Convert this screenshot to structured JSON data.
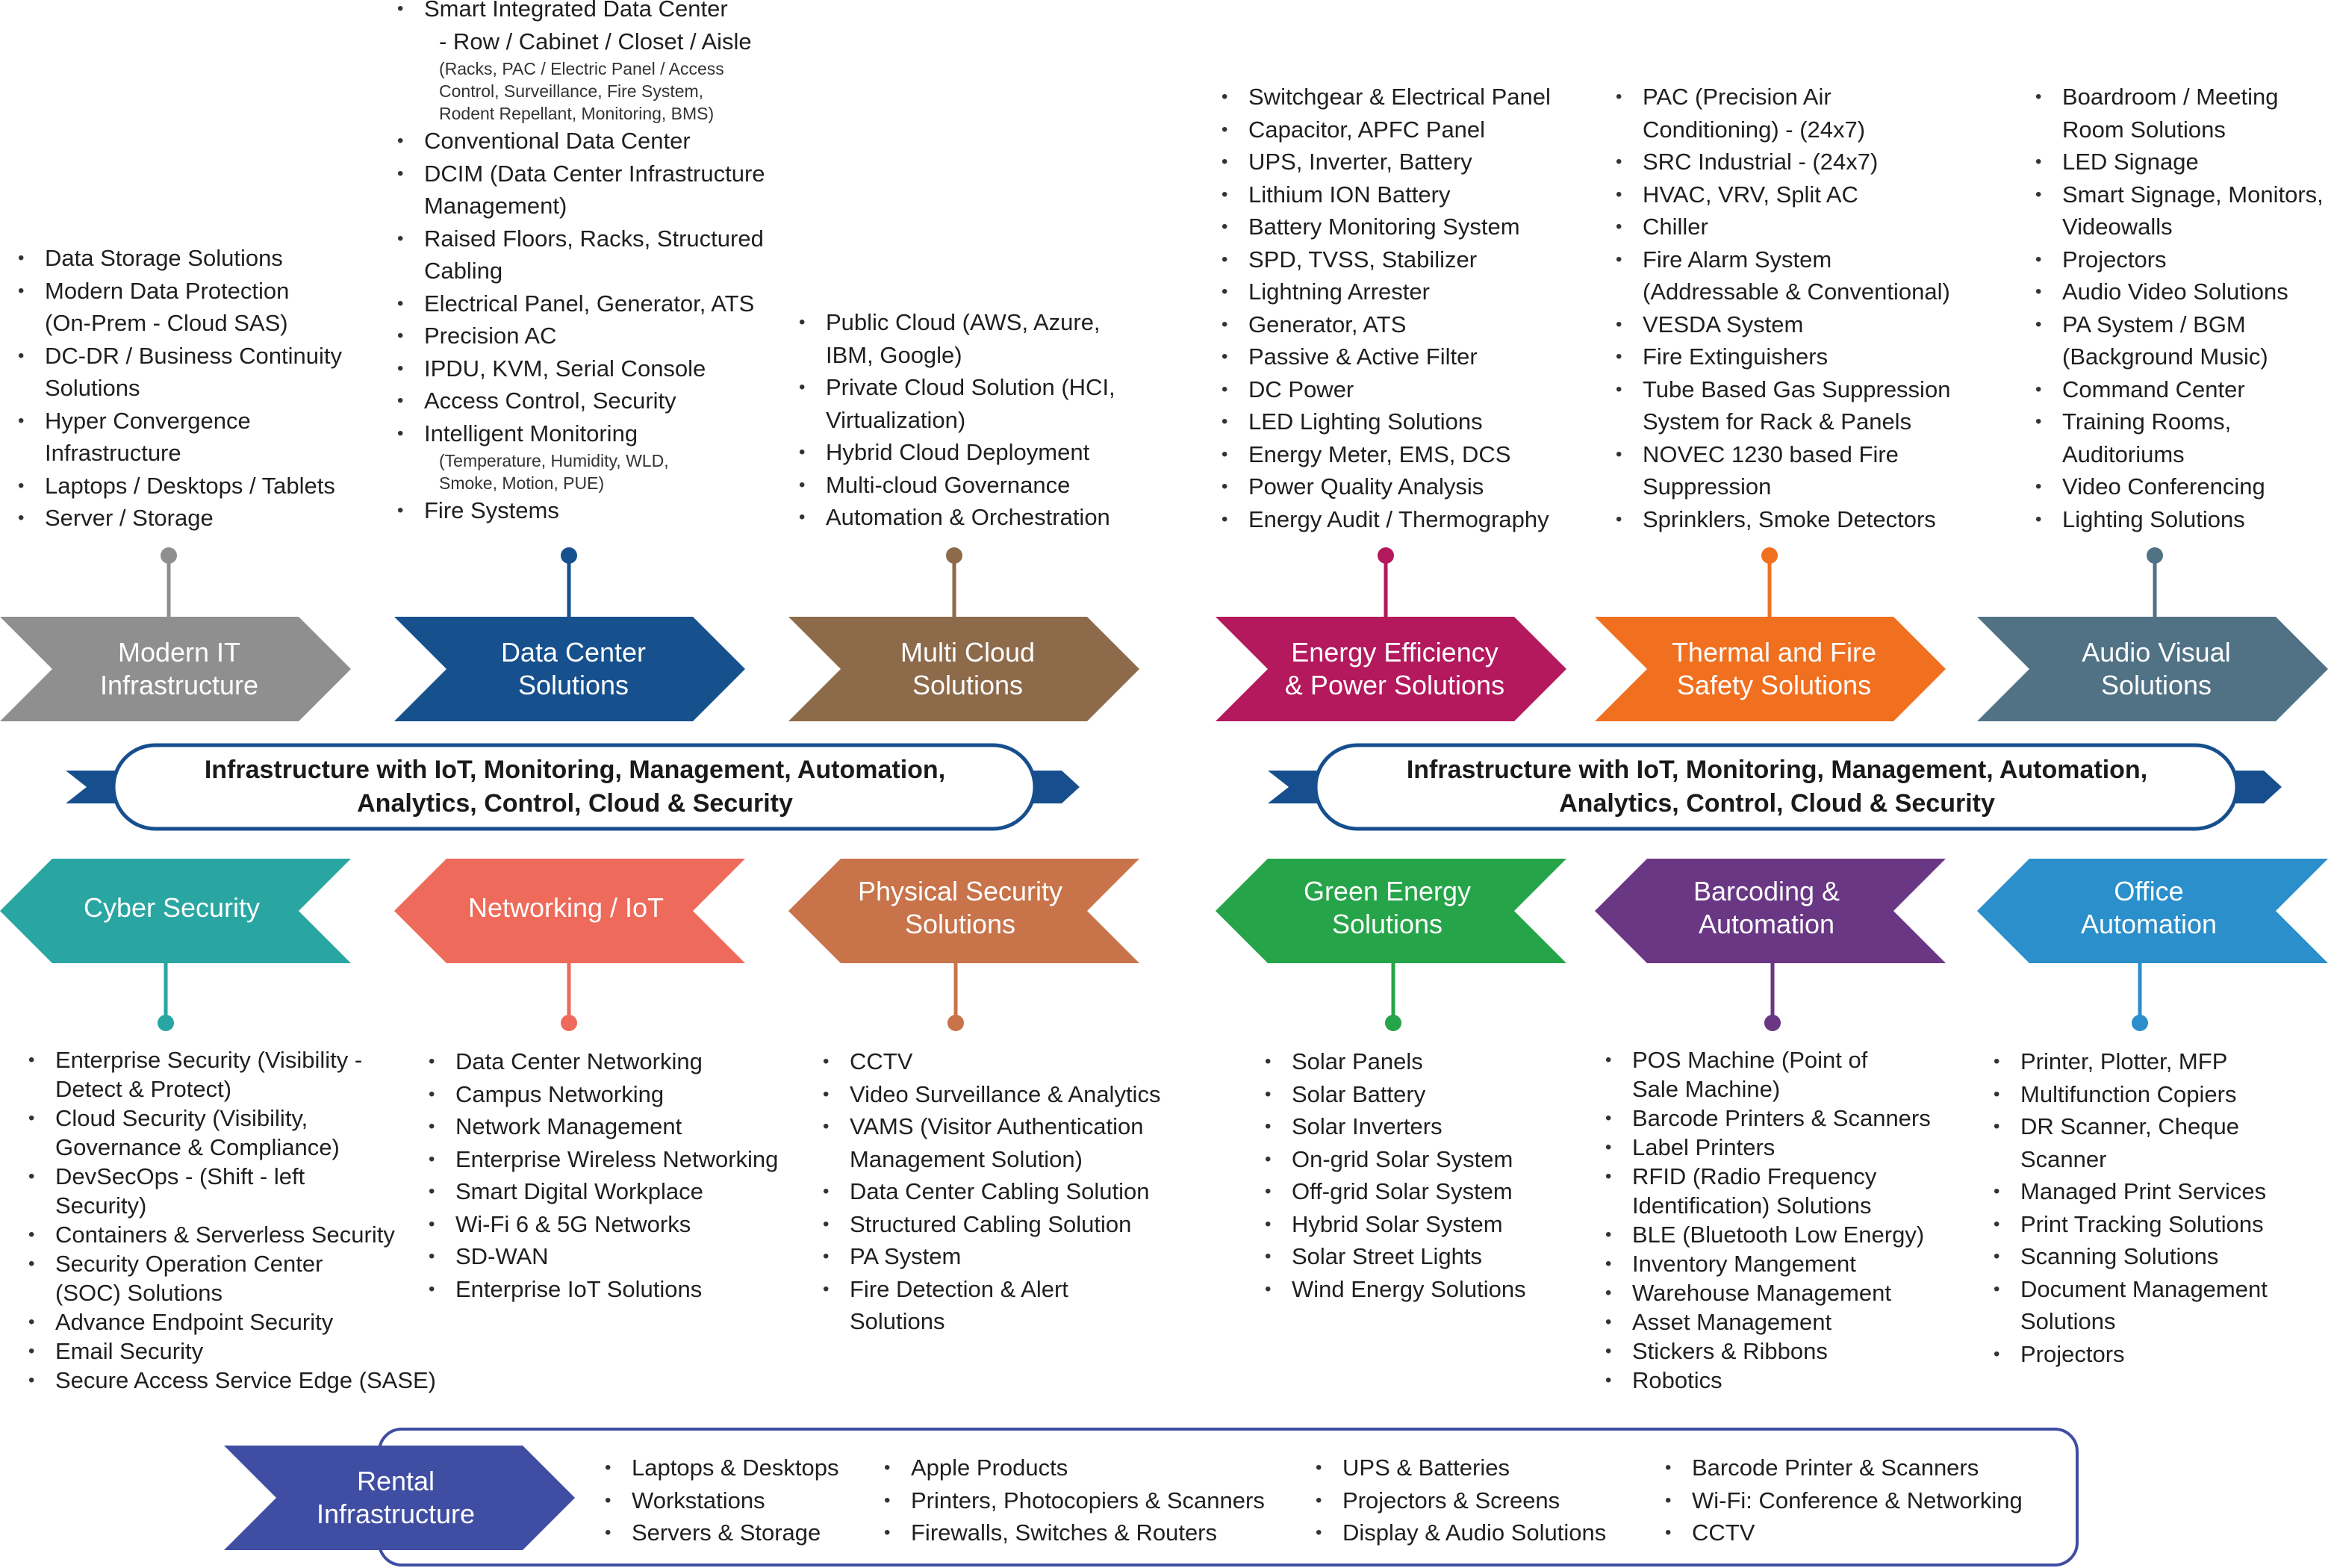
{
  "colors": {
    "modern_it": "#8f8f8f",
    "data_center": "#16508d",
    "multi_cloud": "#8c6a4a",
    "energy": "#b3195c",
    "thermal": "#f07020",
    "audio_visual": "#517285",
    "cyber": "#2aa6a2",
    "networking": "#ee6a5a",
    "physical": "#c8734a",
    "green": "#26a449",
    "barcoding": "#6a3784",
    "office": "#2a8fca",
    "rental": "#3f4ea3",
    "banner_blue": "#174f8e"
  },
  "banners": [
    {
      "line1": "Infrastructure with IoT, Monitoring, Management, Automation,",
      "line2": "Analytics, Control, Cloud & Security"
    },
    {
      "line1": "Infrastructure with IoT, Monitoring, Management, Automation,",
      "line2": "Analytics, Control, Cloud & Security"
    }
  ],
  "top_categories": [
    {
      "title1": "Modern IT",
      "title2": "Infrastructure",
      "items": [
        {
          "t": "Data Storage Solutions"
        },
        {
          "t": "Modern Data Protection",
          "c": "(On-Prem - Cloud SAS)"
        },
        {
          "t": "DC-DR / Business Continuity",
          "c": "Solutions"
        },
        {
          "t": "Hyper Convergence",
          "c": "Infrastructure"
        },
        {
          "t": "Laptops / Desktops / Tablets"
        },
        {
          "t": "Server / Storage"
        }
      ]
    },
    {
      "title1": "Data Center",
      "title2": "Solutions",
      "items": [
        {
          "t": "Smart Integrated Data Center",
          "sub": "- Row / Cabinet / Closet / Aisle",
          "n1": "(Racks, PAC / Electric Panel / Access",
          "n2": "Control, Surveillance, Fire System,",
          "n3": "Rodent Repellant, Monitoring, BMS)"
        },
        {
          "t": "Conventional Data Center"
        },
        {
          "t": "DCIM (Data Center Infrastructure",
          "c": "Management)"
        },
        {
          "t": "Raised Floors, Racks, Structured",
          "c": "Cabling"
        },
        {
          "t": "Electrical Panel, Generator, ATS"
        },
        {
          "t": "Precision AC"
        },
        {
          "t": "IPDU, KVM, Serial Console"
        },
        {
          "t": "Access Control, Security"
        },
        {
          "t": "Intelligent Monitoring",
          "n1": "(Temperature, Humidity, WLD,",
          "n2": "Smoke, Motion, PUE)"
        },
        {
          "t": "Fire Systems"
        }
      ]
    },
    {
      "title1": "Multi Cloud",
      "title2": "Solutions",
      "items": [
        {
          "t": "Public Cloud (AWS, Azure,",
          "c": "IBM, Google)"
        },
        {
          "t": "Private Cloud Solution (HCI,",
          "c": "Virtualization)"
        },
        {
          "t": "Hybrid Cloud Deployment"
        },
        {
          "t": "Multi-cloud Governance"
        },
        {
          "t": "Automation & Orchestration"
        }
      ]
    },
    {
      "title1": "Energy Efficiency",
      "title2": "& Power Solutions",
      "items": [
        {
          "t": "Switchgear & Electrical Panel"
        },
        {
          "t": "Capacitor, APFC Panel"
        },
        {
          "t": "UPS, Inverter, Battery"
        },
        {
          "t": "Lithium ION Battery"
        },
        {
          "t": "Battery Monitoring System"
        },
        {
          "t": "SPD, TVSS, Stabilizer"
        },
        {
          "t": "Lightning Arrester"
        },
        {
          "t": "Generator, ATS"
        },
        {
          "t": "Passive & Active Filter"
        },
        {
          "t": "DC Power"
        },
        {
          "t": "LED Lighting Solutions"
        },
        {
          "t": "Energy Meter, EMS, DCS"
        },
        {
          "t": "Power Quality Analysis"
        },
        {
          "t": "Energy Audit / Thermography"
        }
      ]
    },
    {
      "title1": "Thermal and Fire",
      "title2": "Safety Solutions",
      "items": [
        {
          "t": "PAC (Precision Air",
          "c": "Conditioning) - (24x7)"
        },
        {
          "t": "SRC Industrial - (24x7)"
        },
        {
          "t": "HVAC, VRV, Split AC"
        },
        {
          "t": "Chiller"
        },
        {
          "t": "Fire Alarm System",
          "c": "(Addressable & Conventional)"
        },
        {
          "t": "VESDA System"
        },
        {
          "t": "Fire Extinguishers"
        },
        {
          "t": "Tube Based Gas Suppression",
          "c": "System for Rack & Panels"
        },
        {
          "t": "NOVEC 1230 based Fire",
          "c": "Suppression"
        },
        {
          "t": "Sprinklers, Smoke Detectors"
        }
      ]
    },
    {
      "title1": "Audio Visual",
      "title2": "Solutions",
      "items": [
        {
          "t": "Boardroom / Meeting",
          "c": "Room Solutions"
        },
        {
          "t": "LED Signage"
        },
        {
          "t": "Smart Signage, Monitors,",
          "c": "Videowalls"
        },
        {
          "t": "Projectors"
        },
        {
          "t": "Audio Video Solutions"
        },
        {
          "t": "PA System / BGM",
          "c": "(Background Music)"
        },
        {
          "t": "Command Center"
        },
        {
          "t": "Training Rooms,",
          "c": "Auditoriums"
        },
        {
          "t": "Video Conferencing"
        },
        {
          "t": "Lighting Solutions"
        }
      ]
    }
  ],
  "bottom_categories": [
    {
      "title1": "Cyber Security",
      "title2": "",
      "items": [
        {
          "t": "Enterprise Security (Visibility -",
          "c": "Detect & Protect)"
        },
        {
          "t": "Cloud Security (Visibility,",
          "c": "Governance & Compliance)"
        },
        {
          "t": "DevSecOps - (Shift - left",
          "c": "Security)"
        },
        {
          "t": "Containers & Serverless Security"
        },
        {
          "t": "Security Operation Center",
          "c": "(SOC) Solutions"
        },
        {
          "t": "Advance Endpoint Security"
        },
        {
          "t": "Email Security"
        },
        {
          "t": "Secure Access Service Edge (SASE)"
        }
      ]
    },
    {
      "title1": "Networking / IoT",
      "title2": "",
      "items": [
        {
          "t": "Data Center Networking"
        },
        {
          "t": "Campus Networking"
        },
        {
          "t": "Network Management"
        },
        {
          "t": "Enterprise Wireless Networking"
        },
        {
          "t": "Smart Digital Workplace"
        },
        {
          "t": "Wi-Fi 6 & 5G Networks"
        },
        {
          "t": "SD-WAN"
        },
        {
          "t": "Enterprise IoT Solutions"
        }
      ]
    },
    {
      "title1": "Physical Security",
      "title2": "Solutions",
      "items": [
        {
          "t": "CCTV"
        },
        {
          "t": "Video Surveillance & Analytics"
        },
        {
          "t": "VAMS (Visitor Authentication",
          "c": "Management Solution)"
        },
        {
          "t": "Data Center Cabling Solution"
        },
        {
          "t": "Structured Cabling Solution"
        },
        {
          "t": "PA System"
        },
        {
          "t": "Fire Detection & Alert",
          "c": "Solutions"
        }
      ]
    },
    {
      "title1": "Green Energy",
      "title2": "Solutions",
      "items": [
        {
          "t": "Solar Panels"
        },
        {
          "t": "Solar Battery"
        },
        {
          "t": "Solar Inverters"
        },
        {
          "t": "On-grid Solar System"
        },
        {
          "t": "Off-grid Solar System"
        },
        {
          "t": "Hybrid Solar System"
        },
        {
          "t": "Solar Street Lights"
        },
        {
          "t": "Wind Energy Solutions"
        }
      ]
    },
    {
      "title1": "Barcoding &",
      "title2": "Automation",
      "items": [
        {
          "t": "POS Machine (Point of",
          "c": "Sale Machine)"
        },
        {
          "t": "Barcode Printers & Scanners"
        },
        {
          "t": "Label Printers"
        },
        {
          "t": "RFID (Radio Frequency",
          "c": "Identification) Solutions"
        },
        {
          "t": "BLE (Bluetooth Low Energy)"
        },
        {
          "t": "Inventory Mangement"
        },
        {
          "t": "Warehouse Management"
        },
        {
          "t": "Asset Management"
        },
        {
          "t": "Stickers & Ribbons"
        },
        {
          "t": "Robotics"
        }
      ]
    },
    {
      "title1": "Office",
      "title2": "Automation",
      "items": [
        {
          "t": "Printer, Plotter, MFP"
        },
        {
          "t": "Multifunction Copiers"
        },
        {
          "t": "DR Scanner, Cheque Scanner"
        },
        {
          "t": "Managed Print Services"
        },
        {
          "t": "Print Tracking Solutions"
        },
        {
          "t": "Scanning Solutions"
        },
        {
          "t": "Document Management",
          "c": "Solutions"
        },
        {
          "t": "Projectors"
        }
      ]
    }
  ],
  "rental": {
    "title1": "Rental",
    "title2": "Infrastructure",
    "columns": [
      [
        "Laptops & Desktops",
        "Workstations",
        "Servers & Storage"
      ],
      [
        "Apple Products",
        "Printers, Photocopiers & Scanners",
        "Firewalls, Switches & Routers"
      ],
      [
        "UPS & Batteries",
        "Projectors & Screens",
        "Display & Audio Solutions"
      ],
      [
        "Barcode Printer & Scanners",
        "Wi-Fi: Conference & Networking",
        "CCTV"
      ]
    ]
  }
}
